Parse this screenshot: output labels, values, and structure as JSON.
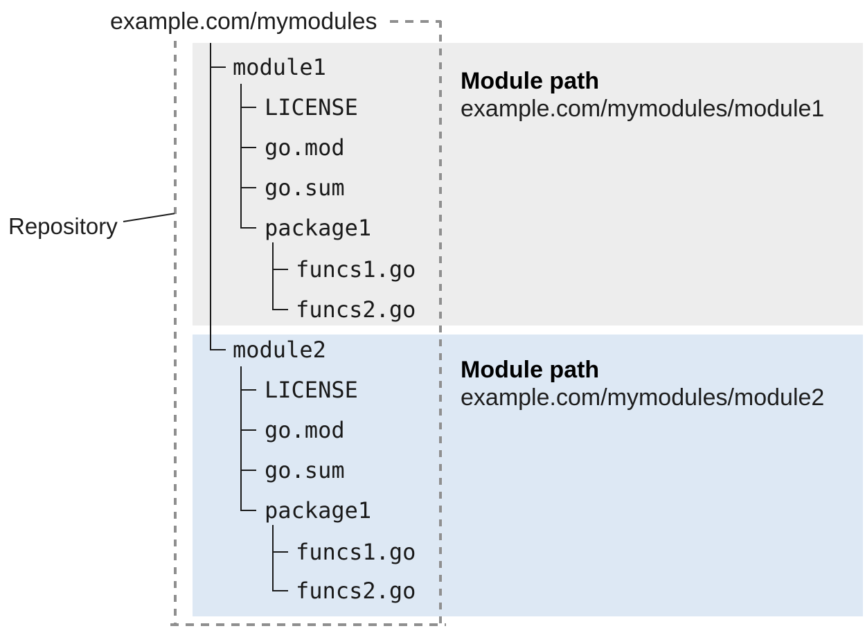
{
  "labels": {
    "repo_root": "example.com/mymodules",
    "repository": "Repository"
  },
  "module1": {
    "name": "module1",
    "files": [
      "LICENSE",
      "go.mod",
      "go.sum"
    ],
    "package": {
      "name": "package1",
      "files": [
        "funcs1.go",
        "funcs2.go"
      ]
    },
    "path_title": "Module path",
    "path": "example.com/mymodules/module1"
  },
  "module2": {
    "name": "module2",
    "files": [
      "LICENSE",
      "go.mod",
      "go.sum"
    ],
    "package": {
      "name": "package1",
      "files": [
        "funcs1.go",
        "funcs2.go"
      ]
    },
    "path_title": "Module path",
    "path": "example.com/mymodules/module2"
  },
  "colors": {
    "module1_bg": "#ededed",
    "module2_bg": "#dde8f4",
    "repo_border_dash": "#8f8f8f",
    "tree_line": "#1a1a1a",
    "text": "#1d1d1d"
  }
}
